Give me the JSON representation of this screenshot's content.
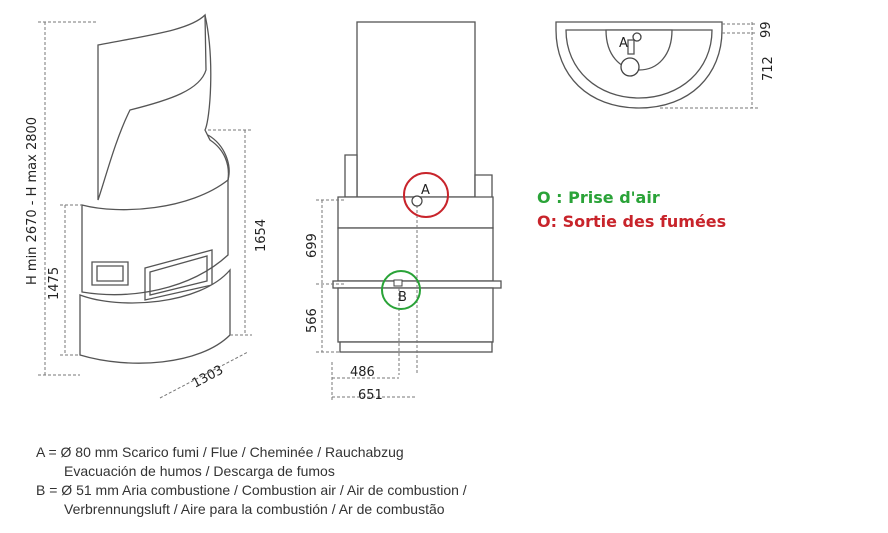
{
  "dimensions": {
    "height_range": "H min 2670 - H max 2800",
    "h_1475": "1475",
    "h_1654": "1654",
    "w_1303": "1303",
    "h_699": "699",
    "h_566": "566",
    "w_486": "486",
    "w_651": "651",
    "h_99": "99",
    "h_712": "712"
  },
  "markers": {
    "a": "A",
    "b": "B",
    "a_top": "A"
  },
  "legend": {
    "air_intake": "O : Prise d'air",
    "flue_outlet": "O: Sortie des fumées"
  },
  "legend_colors": {
    "air_intake": "#2aa338",
    "flue_outlet": "#c8242b"
  },
  "notes": {
    "line1": "A = Ø 80 mm  Scarico fumi / Flue / Cheminée / Rauchabzug",
    "line2": "Evacuación de humos / Descarga de fumos",
    "line3": "B = Ø 51 mm  Aria combustione / Combustion air / Air de combustion /",
    "line4": "Verbrennungsluft / Aire para la combustión / Ar de combustão"
  }
}
